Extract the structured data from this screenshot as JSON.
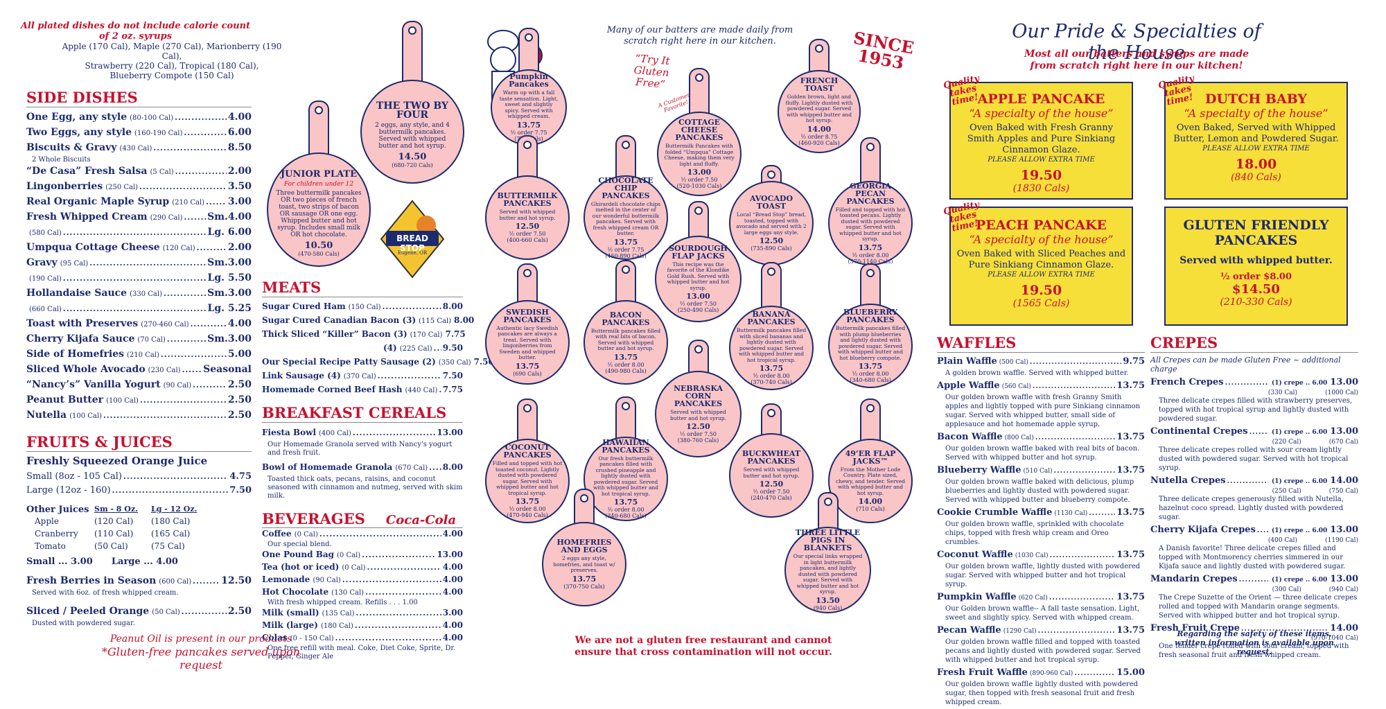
{
  "left": {
    "syrup_note": "All plated dishes do not include calorie count of 2 oz. syrups",
    "syrup_list_1": "Apple (170 Cal), Maple (270 Cal), Marionberry (190 Cal),",
    "syrup_list_2": "Strawberry (220 Cal), Tropical (180 Cal),",
    "syrup_list_3": "Blueberry Compote (150 Cal)",
    "side_title": "SIDE DISHES",
    "sides": [
      {
        "name": "One Egg, any style",
        "cal": "(80-100 Cal)",
        "price": "4.00"
      },
      {
        "name": "Two Eggs, any style",
        "cal": "(160-190 Cal)",
        "price": "6.00"
      },
      {
        "name": "Biscuits & Gravy",
        "cal": "(430 Cal)",
        "price": "8.50"
      },
      {
        "name": "“De Casa” Fresh Salsa",
        "cal": "(5 Cal)",
        "price": "2.00"
      },
      {
        "name": "Lingonberries",
        "cal": "(250 Cal)",
        "price": "3.50"
      },
      {
        "name": "Real Organic Maple Syrup",
        "cal": "(210 Cal)",
        "price": "3.00"
      },
      {
        "name": "Fresh Whipped Cream",
        "cal": "(290 Cal)",
        "price": "Sm.4.00"
      },
      {
        "name": "",
        "cal": "(580 Cal)",
        "price": "Lg. 6.00"
      },
      {
        "name": "Umpqua Cottage Cheese",
        "cal": "(120 Cal)",
        "price": "2.00"
      },
      {
        "name": "Gravy",
        "cal": "(95 Cal)",
        "price": "Sm.3.00"
      },
      {
        "name": "",
        "cal": "(190 Cal)",
        "price": "Lg. 5.50"
      },
      {
        "name": "Hollandaise Sauce",
        "cal": "(330 Cal)",
        "price": "Sm.3.00"
      },
      {
        "name": "",
        "cal": "(660 Cal)",
        "price": "Lg. 5.25"
      },
      {
        "name": "Toast with Preserves",
        "cal": "(270-460 Cal)",
        "price": "4.00"
      },
      {
        "name": "Cherry Kijafa Sauce",
        "cal": "(70 Cal)",
        "price": "Sm.3.00"
      },
      {
        "name": "Side of Homefries",
        "cal": "(210 Cal)",
        "price": "5.00"
      },
      {
        "name": "Sliced Whole Avocado",
        "cal": "(230 Cal)",
        "price": "Seasonal"
      },
      {
        "name": "“Nancy’s” Vanilla Yogurt",
        "cal": "(90 Cal)",
        "price": "2.50"
      },
      {
        "name": "Peanut Butter",
        "cal": "(100 Cal)",
        "price": "2.50"
      },
      {
        "name": "Nutella",
        "cal": "(100 Cal)",
        "price": "2.50"
      }
    ],
    "biscuits_note": "2 Whole Biscuits",
    "fruits_title": "FRUITS & JUICES",
    "oj_title": "Freshly Squeezed Orange Juice",
    "oj": [
      {
        "name": "Small (8oz - 105 Cal)",
        "price": "4.75"
      },
      {
        "name": "Large (12oz - 160)",
        "price": "7.50"
      }
    ],
    "other_juices": "Other Juices",
    "sm_head": "Sm - 8 Oz.",
    "lg_head": "Lg - 12 Oz.",
    "juices": [
      {
        "name": "Apple",
        "sm": "(120 Cal)",
        "lg": "(180 Cal)"
      },
      {
        "name": "Cranberry",
        "sm": "(110 Cal)",
        "lg": "(165 Cal)"
      },
      {
        "name": "Tomato",
        "sm": "(50 Cal)",
        "lg": "(75 Cal)"
      }
    ],
    "juice_prices": "Small ... 3.00      Large ... 4.00",
    "berries": {
      "name": "Fresh Berries in Season",
      "cal": "(600 Cal)",
      "price": "12.50",
      "note": "Served with 6oz. of fresh whipped cream."
    },
    "peaches": {
      "name": "Sliced / Peeled Orange",
      "cal": "(50 Cal)",
      "price": "2.50",
      "note": "Dusted with powdered sugar."
    },
    "peanut_oil": "Peanut Oil is present in our products",
    "gluten_req": "*Gluten-free pancakes served upon request"
  },
  "mid": {
    "junior": {
      "title": "JUNIOR PLATE",
      "sub": "For children under 12",
      "desc": "Three buttermilk pancakes OR two pieces of french toast, two strips of bacon OR sausage OR one egg. Whipped butter and hot syrup. Includes small milk OR hot chocolate.",
      "price": "10.50",
      "cal": "(470-580 Cals)"
    },
    "twobyfour": {
      "title": "THE TWO BY FOUR",
      "desc": "2 eggs, any style, and 4 buttermilk pancakes. Served with whipped butter and hot syrup.",
      "price": "14.50",
      "cal": "(680-720 Cals)"
    },
    "bread_stop": "BREAD STOP",
    "bread_stop_sub": "Eugene, OR",
    "meats_title": "MEATS",
    "meats": [
      {
        "name": "Sugar Cured Ham",
        "cal": "(150 Cal)",
        "price": "8.00"
      },
      {
        "name": "Sugar Cured Canadian Bacon (3)",
        "cal": "(115 Cal)",
        "price": "8.00"
      },
      {
        "name": "Thick Sliced “Killer” Bacon (3)",
        "cal": "(170 Cal)",
        "price": "7.75"
      },
      {
        "name": "(4)",
        "cal": "(225 Cal)",
        "price": "9.50"
      },
      {
        "name": "Our Special Recipe Patty Sausage (2)",
        "cal": "(350 Cal)",
        "price": "7.50"
      },
      {
        "name": "Link Sausage (4)",
        "cal": "(370 Cal)",
        "price": "7.50"
      },
      {
        "name": "Homemade Corned Beef Hash",
        "cal": "(440 Cal)",
        "price": "7.75"
      }
    ],
    "cereals_title": "BREAKFAST CEREALS",
    "cereals": [
      {
        "name": "Fiesta Bowl",
        "cal": "(400 Cal)",
        "price": "13.00",
        "note": "Our Homemade Granola served with Nancy's yogurt and fresh fruit."
      },
      {
        "name": "Bowl of Homemade Granola",
        "cal": "(670 Cal)",
        "price": "8.00",
        "note": "Toasted thick oats, pecans, raisins, and coconut seasoned with cinnamon and nutmeg, served with skim milk."
      }
    ],
    "bev_title": "BEVERAGES",
    "coke": "Coca-Cola",
    "bevs": [
      {
        "name": "Coffee",
        "cal": "(0 Cal)",
        "price": "4.00",
        "note": "Our special blend."
      },
      {
        "name": "One Pound Bag",
        "cal": "(0 Cal)",
        "price": "13.00",
        "note": ""
      },
      {
        "name": "Tea (hot or iced)",
        "cal": "(0 Cal)",
        "price": "4.00",
        "note": ""
      },
      {
        "name": "Lemonade",
        "cal": "(90 Cal)",
        "price": "4.00",
        "note": ""
      },
      {
        "name": "Hot Chocolate",
        "cal": "(130 Cal)",
        "price": "4.00",
        "note": "With fresh whipped cream.  Refills . . . 1.00"
      },
      {
        "name": "Milk (small)",
        "cal": "(135 Cal)",
        "price": "3.00",
        "note": ""
      },
      {
        "name": "Milk (large)",
        "cal": "(180 Cal)",
        "price": "4.00",
        "note": ""
      },
      {
        "name": "Colas",
        "cal": "(0 - 150 Cal)",
        "price": "4.00",
        "note": "One free refill with meal. Coke, Diet Coke, Sprite, Dr. Pepper, Ginger Ale"
      }
    ]
  },
  "center": {
    "header": "Many of our batters are made daily from scratch right here in our kitchen.",
    "try_gf": "“Try It Gluten Free”",
    "since": "SINCE 1953",
    "fav": "A Customer Favorite!",
    "warning": "We are not a gluten free restaurant and cannot ensure that cross contamination will not occur.",
    "skillets": [
      {
        "title": "Pumpkin Pancakes",
        "desc": "Warm up with a fall taste sensation. Light, sweet and slightly spicy. Served with whipped cream.",
        "cal": "(770 Cals)",
        "price": "13.75",
        "half": "½ order 7.75"
      },
      {
        "title": "FRENCH TOAST",
        "desc": "Golden brown, light and fluffy. Lightly dusted with powdered sugar. Served with whipped butter and hot syrup.",
        "price": "14.00",
        "half": "½ order 8.75",
        "cal": "(460-920 Cals)"
      },
      {
        "title": "COTTAGE CHEESE PANCAKES",
        "desc": "Buttermilk Pancakes with folded “Umpqua” Cottage Cheese, making them very light and fluffy.",
        "cal": "(520-1030 Cals)",
        "price": "13.00",
        "half": "½ order 7.50"
      },
      {
        "title": "BUTTERMILK PANCAKES",
        "desc": "Served with whipped butter and hot syrup.",
        "price": "12.50",
        "half": "½ order 7.50",
        "cal": "(400-660 Cals)"
      },
      {
        "title": "CHOCOLATE CHIP PANCAKES",
        "desc": "Ghirardeli chocolate chips melted in the center of our wonderful buttermilk pancakes. Served with fresh whipped cream OR butter.",
        "price": "13.75",
        "half": "½ order 7.75",
        "cal": "(450-890 Cals)"
      },
      {
        "title": "AVOCADO TOAST",
        "desc": "Local “Bread Stop” bread, toasted, topped with avocado and served with 2 large eggs any style.",
        "price": "12.50",
        "cal": "(735-890 Cals)"
      },
      {
        "title": "GEORGIA PECAN PANCAKES",
        "desc": "Filled and topped with hot toasted pecans. Lightly dusted with powdered sugar. Served with whipped butter and hot syrup.",
        "price": "13.75",
        "half": "½ order 8.00",
        "cal": "(570-1140 Cals)"
      },
      {
        "title": "SOURDOUGH FLAP JACKS",
        "desc": "This recipe was the favorite of the Klondike Gold Rush. Served with whipped butter and hot syrup.",
        "price": "13.00",
        "half": "½ order 7.50",
        "cal": "(250-490 Cals)"
      },
      {
        "title": "SWEDISH PANCAKES",
        "desc": "Authentic lacy Swedish pancakes are always a treat. Served with lingonberries from Sweden and whipped butter.",
        "price": "13.75",
        "cal": "(690 Cals)"
      },
      {
        "title": "BACON PANCAKES",
        "desc": "Buttermilk pancakes filled with real bits of bacon. Served with whipped butter and hot syrup.",
        "price": "13.75",
        "half": "½ order 8.00",
        "cal": "(490-980 Cals)"
      },
      {
        "title": "BANANA PANCAKES",
        "desc": "Buttermilk pancakes filled with sliced bananas and lightly dusted with powdered sugar. Served with whipped butter and hot tropical syrup.",
        "price": "13.75",
        "half": "½ order 8.00",
        "cal": "(370-740 Cals)"
      },
      {
        "title": "BLUEBERRY PANCAKES",
        "desc": "Buttermilk pancakes filled with plump blueberries and lightly dusted with powdered sugar. Served with whipped butter and hot blueberry compote.",
        "price": "13.75",
        "half": "½ order 8.00",
        "cal": "(340-680 Cals)"
      },
      {
        "title": "NEBRASKA CORN PANCAKES",
        "desc": "Served with whipped butter and hot syrup.",
        "price": "12.50",
        "half": "½ order 7.50",
        "cal": "(380-760 Cals)"
      },
      {
        "title": "COCONUT PANCAKES",
        "desc": "Filled and topped with hot toasted coconut. Lightly dusted with powdered sugar. Served with whipped butter and hot tropical syrup.",
        "price": "13.75",
        "half": "½ order 8.00",
        "cal": "(470-940 Cals)"
      },
      {
        "title": "HAWAIIAN PANCAKES",
        "desc": "Our fresh buttermilk pancakes filled with crushed pineapple and lightly dusted with powdered sugar. Served with whipped butter and hot tropical syrup.",
        "price": "13.75",
        "half": "½ order 8.00",
        "cal": "(340-680 Cals)"
      },
      {
        "title": "BUCKWHEAT PANCAKES",
        "desc": "Served with whipped butter and hot syrup.",
        "price": "12.50",
        "half": "½ order 7.50",
        "cal": "(240-470 Cals)"
      },
      {
        "title": "49’ER FLAP JACKS™",
        "desc": "From the Mother Lode Country.  Plate sized, chewy, and tender. Served with whipped butter and hot syrup.",
        "cal": "(710 Cals)",
        "price": "14.00"
      },
      {
        "title": "HOMEFRIES AND EGGS",
        "desc": "2 eggs any style, homefries, and toast w/ preserves.",
        "price": "13.75",
        "cal": "(370-750 Cals)"
      },
      {
        "title": "THREE LITTLE PIGS IN BLANKETS",
        "desc": "Our special links wrapped in light buttermilk pancakes, and lightly dusted with powdered sugar. Served with whipped butter and hot syrup.",
        "price": "13.50",
        "cal": "(940 Cals)"
      }
    ]
  },
  "right": {
    "title": "Our Pride & Specialties of the House",
    "subtitle": "Most all our batters and syrups are made from scratch right here in our kitchen!",
    "quality": "Quality takes time!",
    "specialty": "“A specialty of the house”",
    "allow": "PLEASE ALLOW EXTRA TIME",
    "apple": {
      "title": "APPLE PANCAKE",
      "desc": "Oven Baked with Fresh Granny Smith Apples and Pure Sinkiang Cinnamon Glaze.",
      "price": "19.50",
      "cal": "(1830 Cals)"
    },
    "dutch": {
      "title": "DUTCH BABY",
      "desc": "Oven Baked, Served with Whipped Butter, Lemon and Powdered Sugar.",
      "price": "18.00",
      "cal": "(840 Cals)"
    },
    "peach": {
      "title": "PEACH PANCAKE",
      "desc": "Oven Baked with Sliced Peaches and Pure Sinkiang Cinnamon Glaze.",
      "price": "19.50",
      "cal": "(1565 Cals)"
    },
    "gluten": {
      "title": "GLUTEN FRIENDLY PANCAKES",
      "desc": "Served with whipped butter.",
      "half": "½ order $8.00",
      "price": "$14.50",
      "cal": "(210-330 Cals)"
    },
    "waffles_title": "WAFFLES",
    "waffles": [
      {
        "name": "Plain Waffle",
        "cal": "(500 Cal)",
        "price": "9.75",
        "desc": "A golden brown waffle. Served with whipped butter."
      },
      {
        "name": "Apple Waffle",
        "cal": "(560 Cal)",
        "price": "13.75",
        "desc": "Our golden brown waffle with fresh Granny Smith apples and lightly topped with pure Sinkiang cinnamon sugar. Served with whipped butter, small side of applesauce and hot homemade apple syrup."
      },
      {
        "name": "Bacon Waffle",
        "cal": "(800 Cal)",
        "price": "13.75",
        "desc": "Our golden brown waffle baked with real bits of bacon. Served with whipped butter and hot syrup."
      },
      {
        "name": "Blueberry Waffle",
        "cal": "(510 Cal)",
        "price": "13.75",
        "desc": "Our golden brown waffle baked with delicious, plump blueberries and lightly dusted with powdered sugar. Served with whipped butter and blueberry compote."
      },
      {
        "name": "Cookie Crumble Waffle",
        "cal": "(1130 Cal)",
        "price": "13.75",
        "desc": "Our golden brown waffle, sprinkled with chocolate chips, topped with fresh whip cream and Oreo crumbles."
      },
      {
        "name": "Coconut Waffle",
        "cal": "(1030 Cal)",
        "price": "13.75",
        "desc": "Our golden brown waffle, lightly dusted with powdered sugar. Served with whipped butter and hot tropical syrup."
      },
      {
        "name": "Pumpkin Waffle",
        "cal": "(620 Cal)",
        "price": "13.75",
        "desc": "Our Golden brown waffle-- A fall taste sensation. Light, sweet and slightly spicy. Served with whipped cream."
      },
      {
        "name": "Pecan Waffle",
        "cal": "(1290 Cal)",
        "price": "13.75",
        "desc": "Our golden brown waffle filled and topped with toasted pecans and lightly dusted with powdered sugar. Served with whipped butter and hot tropical syrup."
      },
      {
        "name": "Fresh Fruit Waffle",
        "cal": "(890-960 Cal)",
        "price": "15.00",
        "desc": "Our golden brown waffle lightly dusted with powdered sugar, then topped with fresh seasonal fruit and fresh whipped cream."
      }
    ],
    "crepes_title": "CREPES",
    "crepes_note": "All Crepes can be made Gluten Free ~ additional charge",
    "crepes": [
      {
        "name": "French Crepes",
        "one": "(1) crepe .. 6.00",
        "onecal": "(330 Cal)",
        "price": "13.00",
        "cal": "(1000 Cal)",
        "desc": "Three delicate crepes filled with strawberry preserves, topped with hot tropical syrup and lightly dusted with powdered sugar."
      },
      {
        "name": "Continental Crepes",
        "one": "(1) crepe .. 6.00",
        "onecal": "(220 Cal)",
        "price": "13.00",
        "cal": "(670 Cal)",
        "desc": "Three delicate crepes rolled with sour cream lightly dusted with powdered sugar. Served with hot tropical syrup."
      },
      {
        "name": "Nutella Crepes",
        "one": "(1) crepe .. 6.00",
        "onecal": "(250 Cal)",
        "price": "14.00",
        "cal": "(750 Cal)",
        "desc": "Three delicate crepes generously filled with Nutella, hazelnut coco spread. Lightly dusted with powdered sugar."
      },
      {
        "name": "Cherry Kijafa Crepes",
        "one": "(1) crepe .. 6.00",
        "onecal": "(400 Cal)",
        "price": "13.00",
        "cal": "(1190 Cal)",
        "desc": "A Danish favorite! Three delicate crepes filled and topped with Montmorency cherries simmered in our Kijafa sauce and lightly dusted with powdered sugar."
      },
      {
        "name": "Mandarin Crepes",
        "one": "(1) crepe .. 6.00",
        "onecal": "(300 Cal)",
        "price": "13.00",
        "cal": "(940 Cal)",
        "desc": "The Crepe Suzette of the Orient — three delicate crepes rolled and topped with Mandarin orange segments. Served with whipped butter and hot tropical syrup."
      },
      {
        "name": "Fresh Fruit Crepe",
        "one": "",
        "onecal": "",
        "price": "14.00",
        "cal": "(970-1040 Cal)",
        "desc": "One tender crepe rolled with sour cream, topped with fresh seasonal fruit and fresh whipped cream."
      }
    ],
    "safety": "Regarding the safety of these items, written information is available upon request."
  }
}
